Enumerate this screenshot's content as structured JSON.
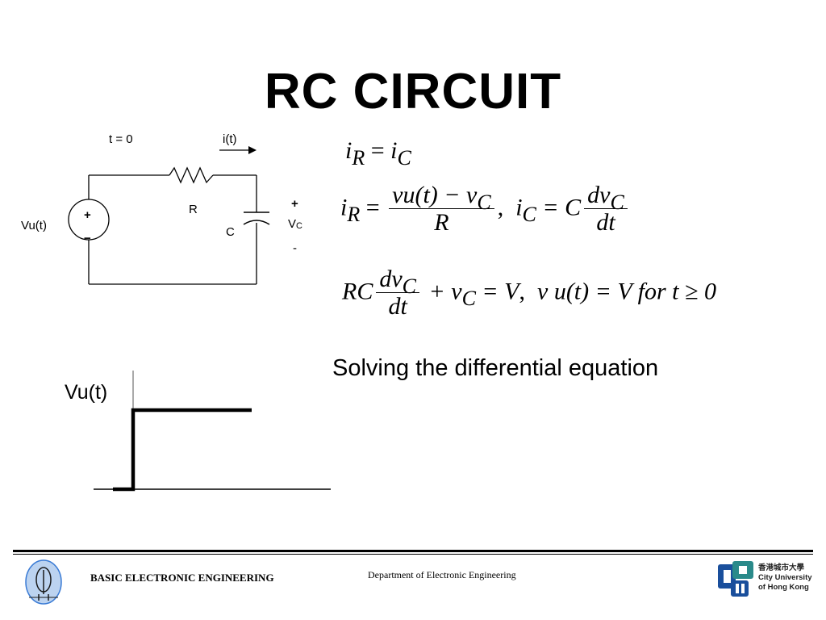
{
  "slide": {
    "title": "RC CIRCUIT",
    "solving_text": "Solving the differential equation"
  },
  "circuit": {
    "switch_label": "t = 0",
    "current_label": "i(t)",
    "source_label": "Vu(t)",
    "source_plus": "+",
    "source_minus": "−",
    "resistor_label": "R",
    "capacitor_label": "C",
    "vc_plus": "+",
    "vc_label": "V",
    "vc_sub": "C",
    "vc_minus": "-"
  },
  "equations": {
    "eq1": {
      "lhs": "i",
      "lhs_sub": "R",
      "eq": " = ",
      "rhs": "i",
      "rhs_sub": "C"
    },
    "eq2": {
      "lhs": "i",
      "lhs_sub": "R",
      "eq": " = ",
      "num": "vu(t) − v",
      "num_sub": "C",
      "den": "R",
      "sep": ",",
      "lhs2": "i",
      "lhs2_sub": "C",
      "eq2": " = C",
      "num2": "dv",
      "num2_sub": "C",
      "den2": "dt"
    },
    "eq3": {
      "lhs": "RC",
      "num": "dv",
      "num_sub": "C",
      "den": "dt",
      "plus": " + v",
      "plus_sub": "C",
      "eqv": " = V",
      "sep": ",",
      "rhs": "v u(t) = V for t ≥ 0"
    }
  },
  "step_plot": {
    "ylabel": "Vu(t)"
  },
  "footer": {
    "left_text": "BASIC ELECTRONIC ENGINEERING",
    "center_text": "Department of Electronic Engineering",
    "logo_lines": [
      "香港城市大學",
      "City University",
      "of Hong Kong"
    ]
  },
  "colors": {
    "rule": "#000000",
    "logo_blue": "#1a4f9c",
    "logo_teal": "#2a8a8a",
    "emblem_blue": "#3a7bd5"
  }
}
